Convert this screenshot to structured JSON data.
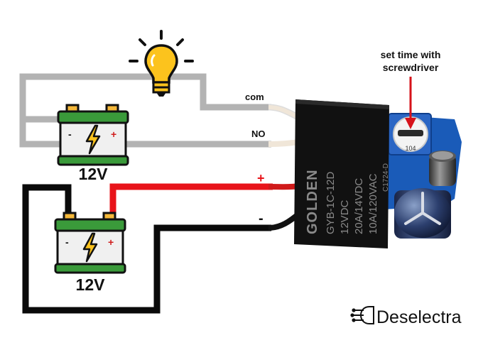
{
  "labels": {
    "com": "com",
    "no": "NO",
    "plus": "+",
    "minus": "-",
    "battery_top": "12V",
    "battery_bottom": "12V",
    "annotation_line1": "set time with",
    "annotation_line2": "screwdriver"
  },
  "relay": {
    "brand": "GOLDEN",
    "model": "GYB-1C-12D",
    "coil": "12VDC",
    "rating_dc": "20A/14VDC",
    "rating_ac": "10A/120VAC",
    "code": "C1724-D"
  },
  "potentiometer": {
    "marking": "104"
  },
  "logo": {
    "text": "Deselectra"
  },
  "colors": {
    "gray_wire": "#b3b3b3",
    "black_wire": "#0a0a0a",
    "red_wire": "#e8141a",
    "annotation_arrow": "#d6121a",
    "pcb_blue": "#1a5bb8",
    "relay_body": "#111111",
    "bulb_yellow": "#fcc31d",
    "battery_green": "#3a9a3a",
    "battery_terminal": "#f5b83a"
  },
  "icons": [
    "light-bulb-icon",
    "battery-icon",
    "lightning-bolt-icon",
    "deselectra-logo-icon"
  ]
}
